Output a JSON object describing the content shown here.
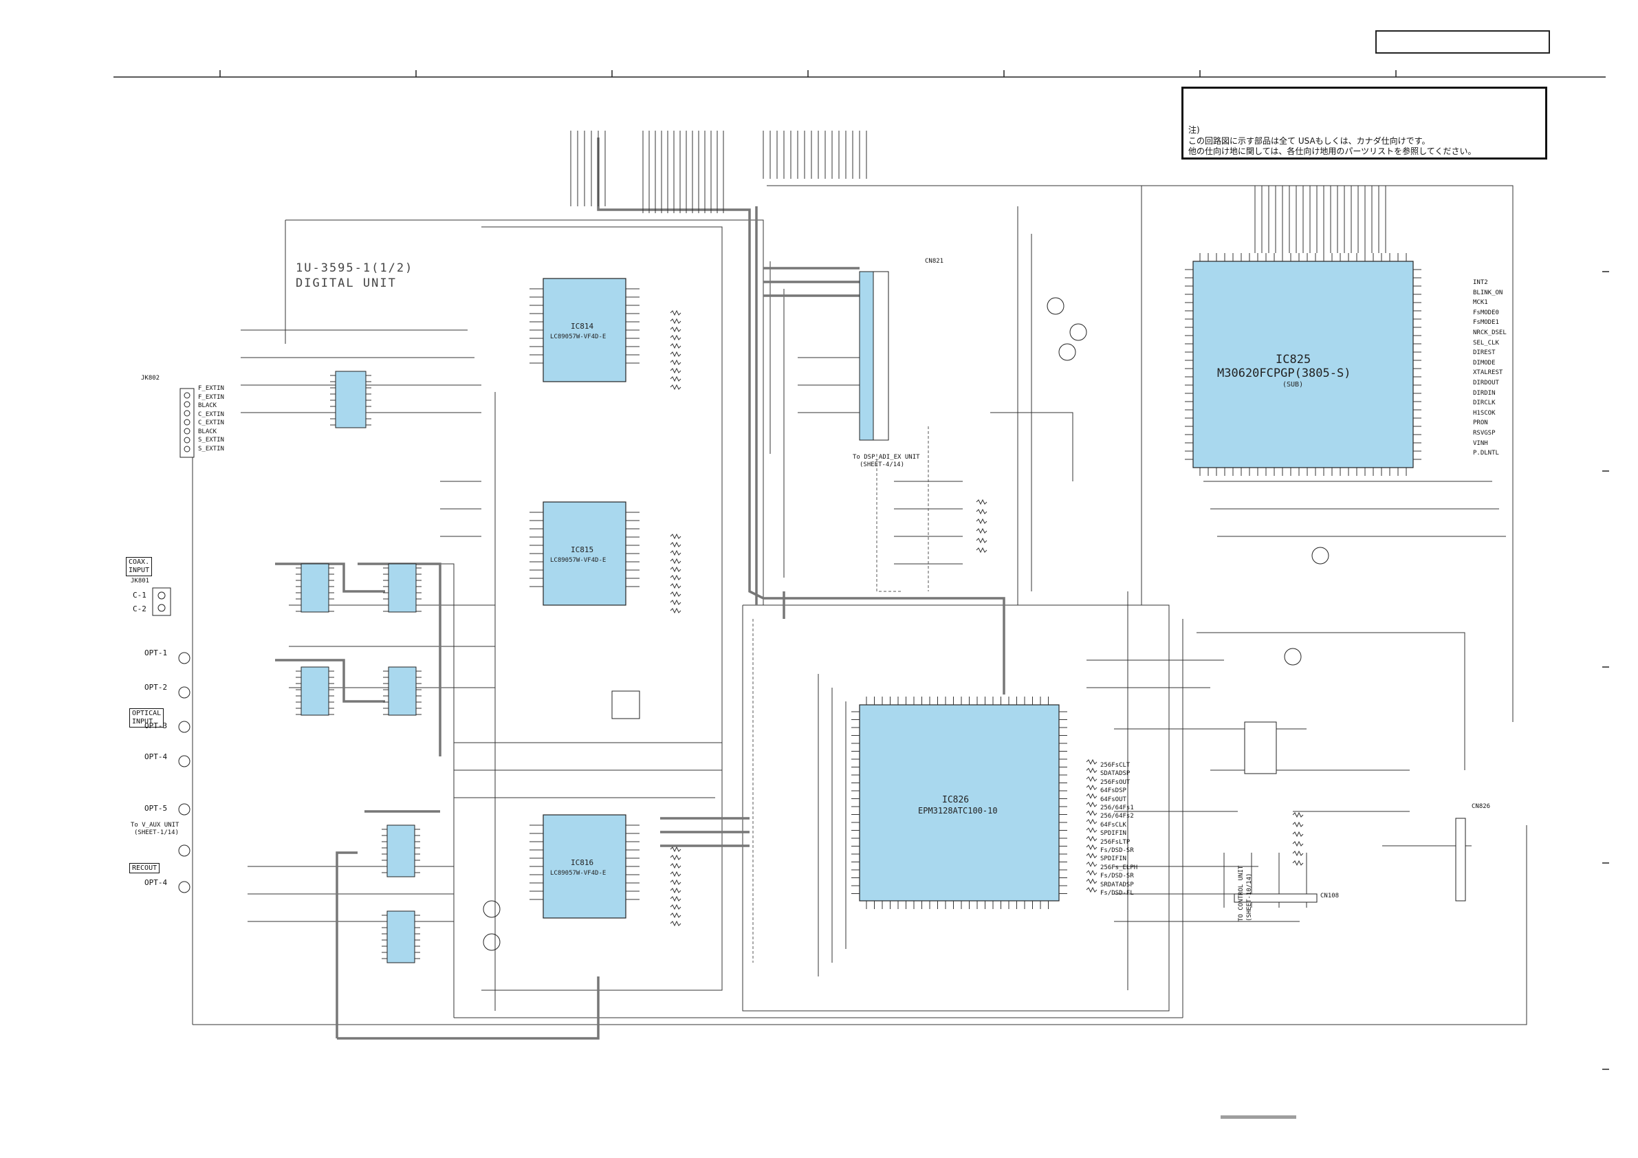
{
  "note": {
    "heading": "注)",
    "line1": "この回路図に示す部品は全て USAもしくは、カナダ仕向けです。",
    "line2": "他の仕向け地に関しては、各仕向け地用のパーツリストを参照してください。"
  },
  "unit": {
    "line1": "1U-3595-1(1/2)",
    "line2": "DIGITAL UNIT"
  },
  "ics": [
    {
      "ref": "IC814",
      "part": "LC89057W-VF4D-E"
    },
    {
      "ref": "IC815",
      "part": "LC89057W-VF4D-E"
    },
    {
      "ref": "IC816",
      "part": "LC89057W-VF4D-E"
    },
    {
      "ref": "IC825",
      "part": "M30620FCPGP(3805-S)",
      "sub": "(SUB)"
    },
    {
      "ref": "IC826",
      "part": "EPM3128ATC100-10"
    }
  ],
  "inputs": {
    "coax": "COAX.\nINPUT",
    "c1": "C-1",
    "c2": "C-2",
    "opt1": "OPT-1",
    "opt2": "OPT-2",
    "opt3": "OPT-3",
    "opt4": "OPT-4",
    "opt5": "OPT-5",
    "optical": "OPTICAL\nINPUT",
    "recout": "RECOUT",
    "opt_rec": "OPT-4"
  },
  "connectors": {
    "jk802": "JK802",
    "jk801": "JK801",
    "cn826": "CN826",
    "cn821": "CN821",
    "cn108": "CN108"
  },
  "left_nets": [
    "F_EXTIN",
    "F_EXTIN",
    "BLACK",
    "C_EXTIN",
    "C_EXTIN",
    "BLACK",
    "S_EXTIN",
    "S_EXTIN"
  ],
  "right_nets_ic825": [
    "INT2",
    "BLINK_ON",
    "MCK1",
    "FsMODE0",
    "FsMODE1",
    "NRCK_DSEL",
    "SEL_CLK",
    "DIREST",
    "DIMODE",
    "XTALREST",
    "DIRDOUT",
    "DIRDIN",
    "DIRCLK",
    "H1SCOK",
    "PRON",
    "RSVGSP",
    "VINH",
    "P.DLNTL"
  ],
  "ic826_right_nets": [
    "256FsCLT",
    "SDATADSP",
    "256FsOUT",
    "64FsDSP",
    "64FsOUT",
    "256/64Fs1",
    "256/64Fs2",
    "64FsCLK",
    "SPDIFIN",
    "256FsLTP",
    "Fs/DSD-SR",
    "SPDIFIN",
    "256Fs_ELPH",
    "Fs/DSD-SR",
    "SRDATADSP",
    "Fs/DSD-FL"
  ],
  "bottom_labels": {
    "cn108_line": "TO CONTROL UNIT",
    "cn108_sheet": "(SHEET-10/14)",
    "dsp_unit": "To DSP_ADI_EX UNIT",
    "dsp_sheet": "(SHEET-4/14)",
    "aux_unit": "To V_AUX UNIT",
    "aux_sheet": "(SHEET-1/14)"
  }
}
